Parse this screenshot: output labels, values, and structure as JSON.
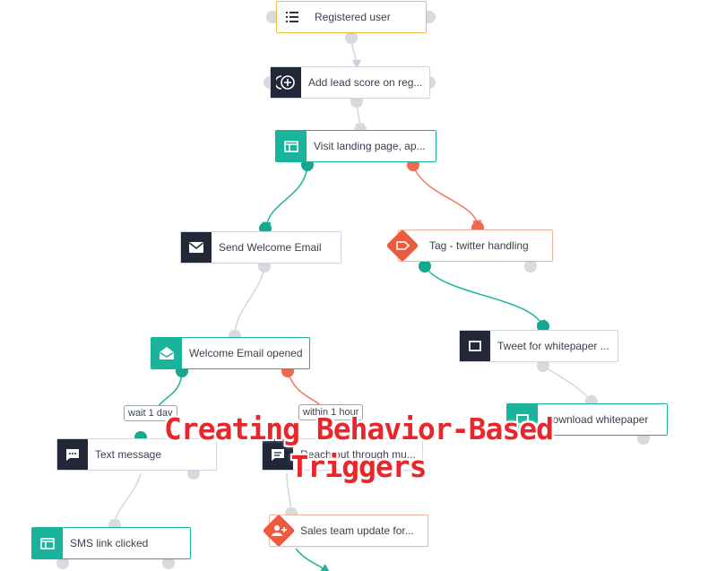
{
  "nodes": {
    "registered_user": "Registered user",
    "add_lead_score": "Add lead score on reg...",
    "visit_landing": "Visit landing page, ap...",
    "send_welcome": "Send Welcome Email",
    "tag_twitter": "Tag - twitter handling",
    "welcome_opened": "Welcome Email opened",
    "tweet_whitepaper": "Tweet for whitepaper ...",
    "download_whitepaper": "Download whitepaper",
    "text_message": "Text message",
    "reach_out": "Reach out through mu...",
    "sms_clicked": "SMS link clicked",
    "sales_update": "Sales team update for..."
  },
  "delays": {
    "wait_1_day": "wait 1 day",
    "within_1_hour": "within 1 hour"
  },
  "overlay": {
    "line1": "Creating Behavior-Based",
    "line2": "Triggers"
  },
  "colors": {
    "yes_branch": "#1bb39a",
    "no_branch": "#ef7a62",
    "neutral_edge": "#c9ced6",
    "dark_icon": "#232839",
    "title_red": "#e8262b"
  }
}
